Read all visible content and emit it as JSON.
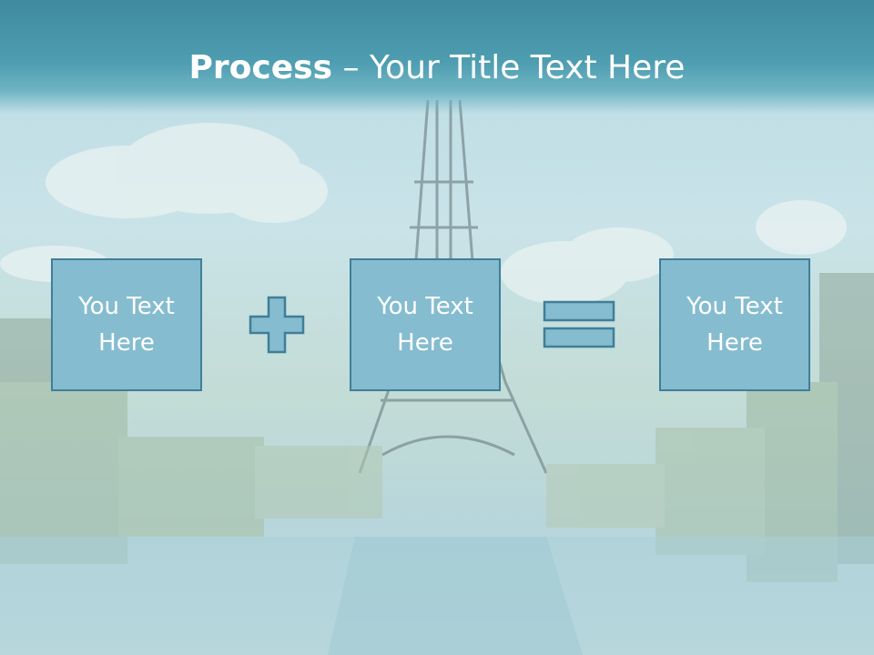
{
  "slide": {
    "title_bold": "Process",
    "title_rest": " – Your Title Text Here",
    "boxes": [
      {
        "text": "You Text Here"
      },
      {
        "text": "You Text Here"
      },
      {
        "text": "You Text Here"
      }
    ],
    "operators": [
      "plus-icon",
      "equals-icon"
    ],
    "colors": {
      "title_bar": "#4e9db0",
      "box_fill": "#85bcd0",
      "box_border": "#3f7f98",
      "text": "#ffffff"
    },
    "background": "eiffel-tower-overgrown-city-photo"
  }
}
